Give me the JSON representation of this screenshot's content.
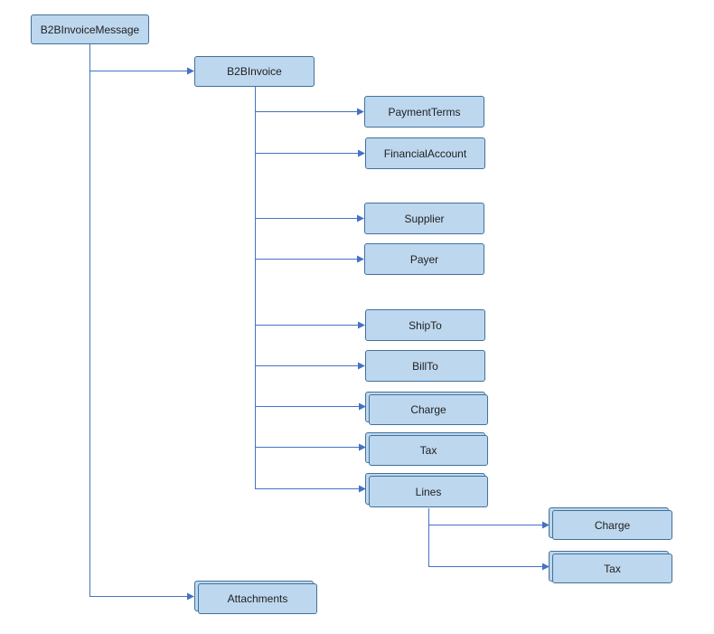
{
  "nodes": {
    "root": "B2BInvoiceMessage",
    "invoice": "B2BInvoice",
    "payment_terms": "PaymentTerms",
    "financial_account": "FinancialAccount",
    "supplier": "Supplier",
    "payer": "Payer",
    "ship_to": "ShipTo",
    "bill_to": "BillTo",
    "charge": "Charge",
    "tax": "Tax",
    "lines": "Lines",
    "line_charge": "Charge",
    "line_tax": "Tax",
    "attachments": "Attachments"
  },
  "colors": {
    "node_fill": "#bdd7ee",
    "node_border": "#41719c",
    "connector": "#4472c4"
  }
}
